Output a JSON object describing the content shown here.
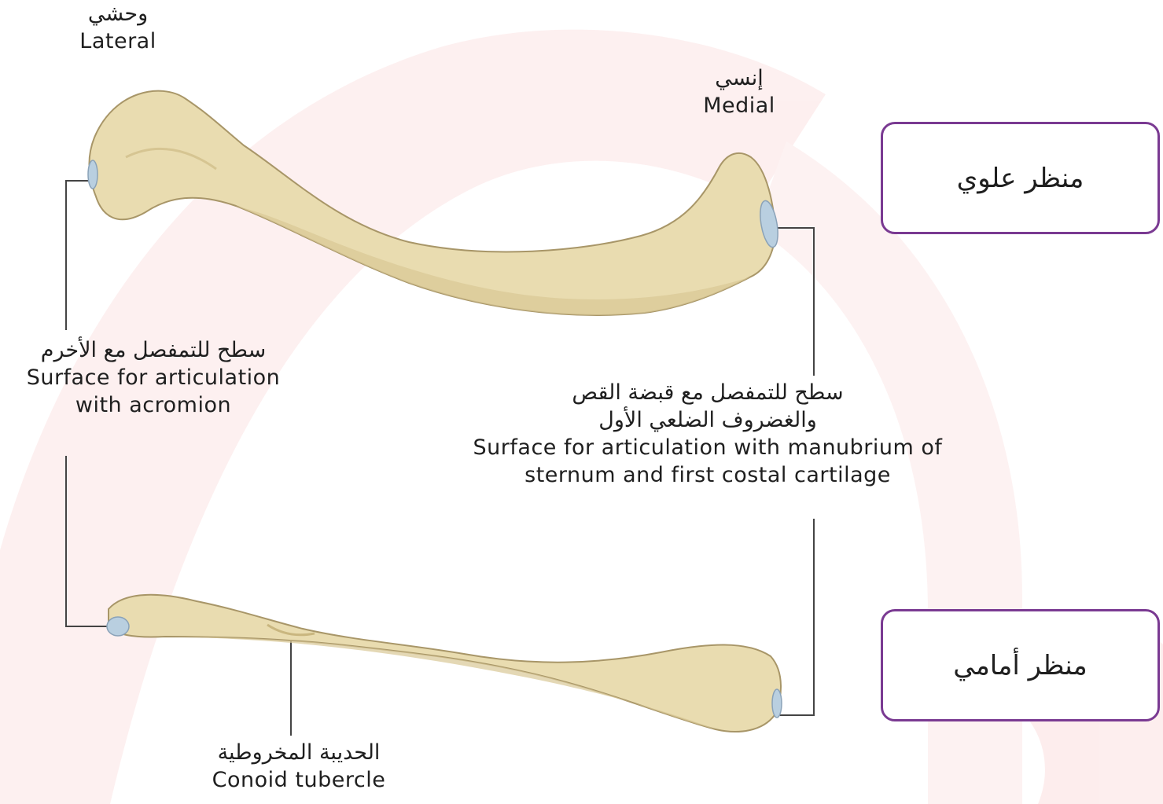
{
  "labels": {
    "lateral_ar": "وحشي",
    "lateral_en": "Lateral",
    "medial_ar": "إنسي",
    "medial_en": "Medial",
    "acromion_ar": "سطح للتمفصل مع الأخرم",
    "acromion_en_1": "Surface for articulation",
    "acromion_en_2": "with acromion",
    "sternal_ar_1": "سطح للتمفصل مع قبضة القص",
    "sternal_ar_2": "والغضروف الضلعي الأول",
    "sternal_en_1": "Surface for articulation with manubrium of",
    "sternal_en_2": "sternum and first costal cartilage",
    "conoid_ar": "الحديبة المخروطية",
    "conoid_en": "Conoid tubercle"
  },
  "views": {
    "superior": "منظر علوي",
    "anterior": "منظر أمامي"
  },
  "colors": {
    "bone_fill": "#e9dcb0",
    "bone_shadow": "#c9b67f",
    "bone_outline": "#a89668",
    "articular_surface": "#b9cfe0",
    "leader_line": "#444444",
    "view_box_border": "#7a3a92",
    "watermark": "#fbeaea"
  }
}
